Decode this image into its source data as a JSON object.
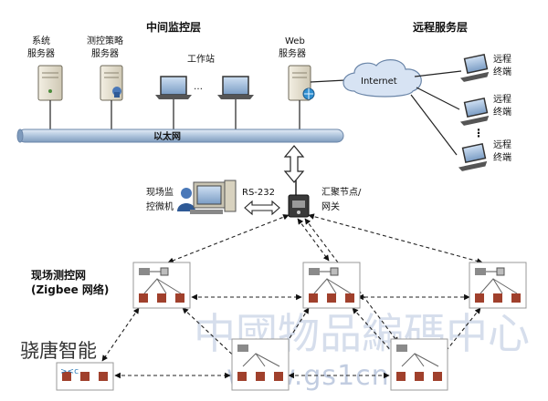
{
  "layers": {
    "middle_title": "中间监控层",
    "remote_title": "远程服务层"
  },
  "servers": {
    "system": [
      "系统",
      "服务器"
    ],
    "strategy": [
      "测控策略",
      "服务器"
    ],
    "web": [
      "Web",
      "服务器"
    ]
  },
  "workstation_label": "工作站",
  "ellipsis_h": "…",
  "ethernet_label": "以太网",
  "internet_label": "Internet",
  "remote_terminal": [
    "远程",
    "终端"
  ],
  "ellipsis_v": "⋮",
  "onsite_pc": [
    "现场监",
    "控微机"
  ],
  "rs232_label": "RS-232",
  "gateway": [
    "汇聚节点/",
    "网关"
  ],
  "field_network": [
    "现场测控网",
    "(Zigbee 网络)"
  ],
  "watermark": {
    "cn": "中國物品編碼中心",
    "url": "www.gs1cn.org"
  },
  "logo": {
    "text": "骁唐智能",
    "sub": "><c"
  },
  "colors": {
    "bus": "#aec4dc",
    "cloud": "#d7e3f3",
    "node_red": "#a0402c",
    "watermark": "#b4c3dc"
  }
}
